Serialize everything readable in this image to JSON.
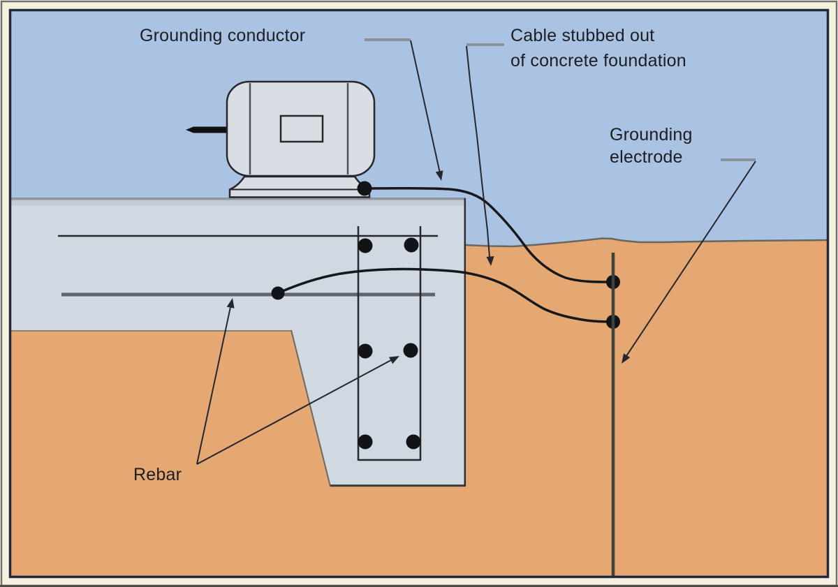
{
  "labels": {
    "grounding_conductor": "Grounding conductor",
    "cable_stubbed": {
      "line1": "Cable stubbed out",
      "line2": "of concrete foundation"
    },
    "grounding_electrode": {
      "line1": "Grounding",
      "line2": "electrode"
    },
    "rebar": "Rebar"
  },
  "parts": [
    "motor",
    "motor-shaft",
    "motor-nameplate",
    "motor-mounting-base",
    "concrete-slab",
    "concrete-pier",
    "rebar-bars",
    "rebar-cross-section-dots",
    "grounding-conductor-cable",
    "cable-stubbed-out-of-foundation",
    "ground-rod-electrode"
  ],
  "colors": {
    "sky": "#aac3e3",
    "earth": "#e5a872",
    "concrete": "#d0d8e1",
    "concrete_top_band": "#c3cad2",
    "concrete_top_edge": "#8f969e",
    "machine": "#d9dee5",
    "frame_mat": "#f5f1df",
    "frame_border": "#23283c",
    "frame_outer_edge": "#72726b",
    "line_dark": "#1b1c21",
    "leader_gray": "#8b919b",
    "rebar_thick": "#5f656c",
    "electrode": "#3f4037",
    "text": "#1d1d22"
  }
}
